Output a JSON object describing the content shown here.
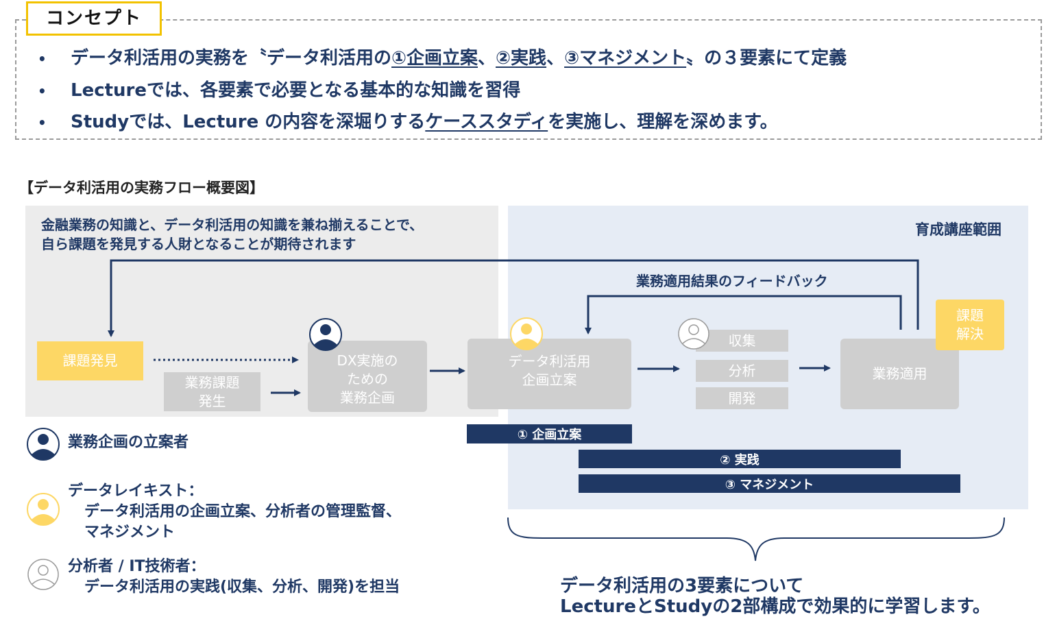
{
  "concept": {
    "tag": "コンセプト",
    "bullets": [
      {
        "pre": "データ利活用の実務を〝データ利活用の",
        "u1": "①企画立案",
        "s1": "、",
        "u2": "②実践",
        "s2": "、",
        "u3": "③マネジメント",
        "post": "〟の３要素にて定義"
      },
      {
        "text": "Lectureでは、各要素で必要となる基本的な知識を習得"
      },
      {
        "pre": "Studyでは、Lecture の内容を深堀りする",
        "u": "ケーススタディ",
        "post": "を実施し、理解を深めます。"
      }
    ],
    "bullet_symbol": "•"
  },
  "flow": {
    "heading": "【データ利活用の実務フロー概要図】",
    "goal_line1": "金融業務の知識と、データ利活用の知識を兼ね揃えることで、",
    "goal_line2": "自ら課題を発見する人財となることが期待されます",
    "scope_label": "育成講座範囲",
    "feedback_label": "業務適用結果のフィードバック",
    "boxes": {
      "issue_discovery": "課題発見",
      "business_issue_l1": "業務課題",
      "business_issue_l2": "発生",
      "dx_plan_l1": "DX実施の",
      "dx_plan_l2": "ための",
      "dx_plan_l3": "業務企画",
      "data_plan_l1": "データ利活用",
      "data_plan_l2": "企画立案",
      "collect": "収集",
      "analyze": "分析",
      "develop": "開発",
      "apply": "業務適用",
      "solve_l1": "課題",
      "solve_l2": "解決"
    },
    "phases": {
      "planning": "① 企画立案",
      "practice": "② 実践",
      "management": "③ マネジメント"
    }
  },
  "legend": {
    "planner": "業務企画の立案者",
    "data_lakist_title": "データレイキスト：",
    "data_lakist_desc1": "データ利活用の企画立案、分析者の管理監督、",
    "data_lakist_desc2": "マネジメント",
    "analyst_title": "分析者 / IT技術者：",
    "analyst_desc": "データ利活用の実践(収集、分析、開発)を担当"
  },
  "summary": {
    "line1": "データ利活用の3要素について",
    "line2": "LectureとStudyの2部構成で効果的に学習します。"
  },
  "colors": {
    "navy": "#1f3864",
    "yellow": "#fdd765",
    "tag_border": "#f2c200",
    "box_gray": "#cfcfcf",
    "region_gray": "#ececec",
    "region_blue": "#e6ecf5"
  }
}
